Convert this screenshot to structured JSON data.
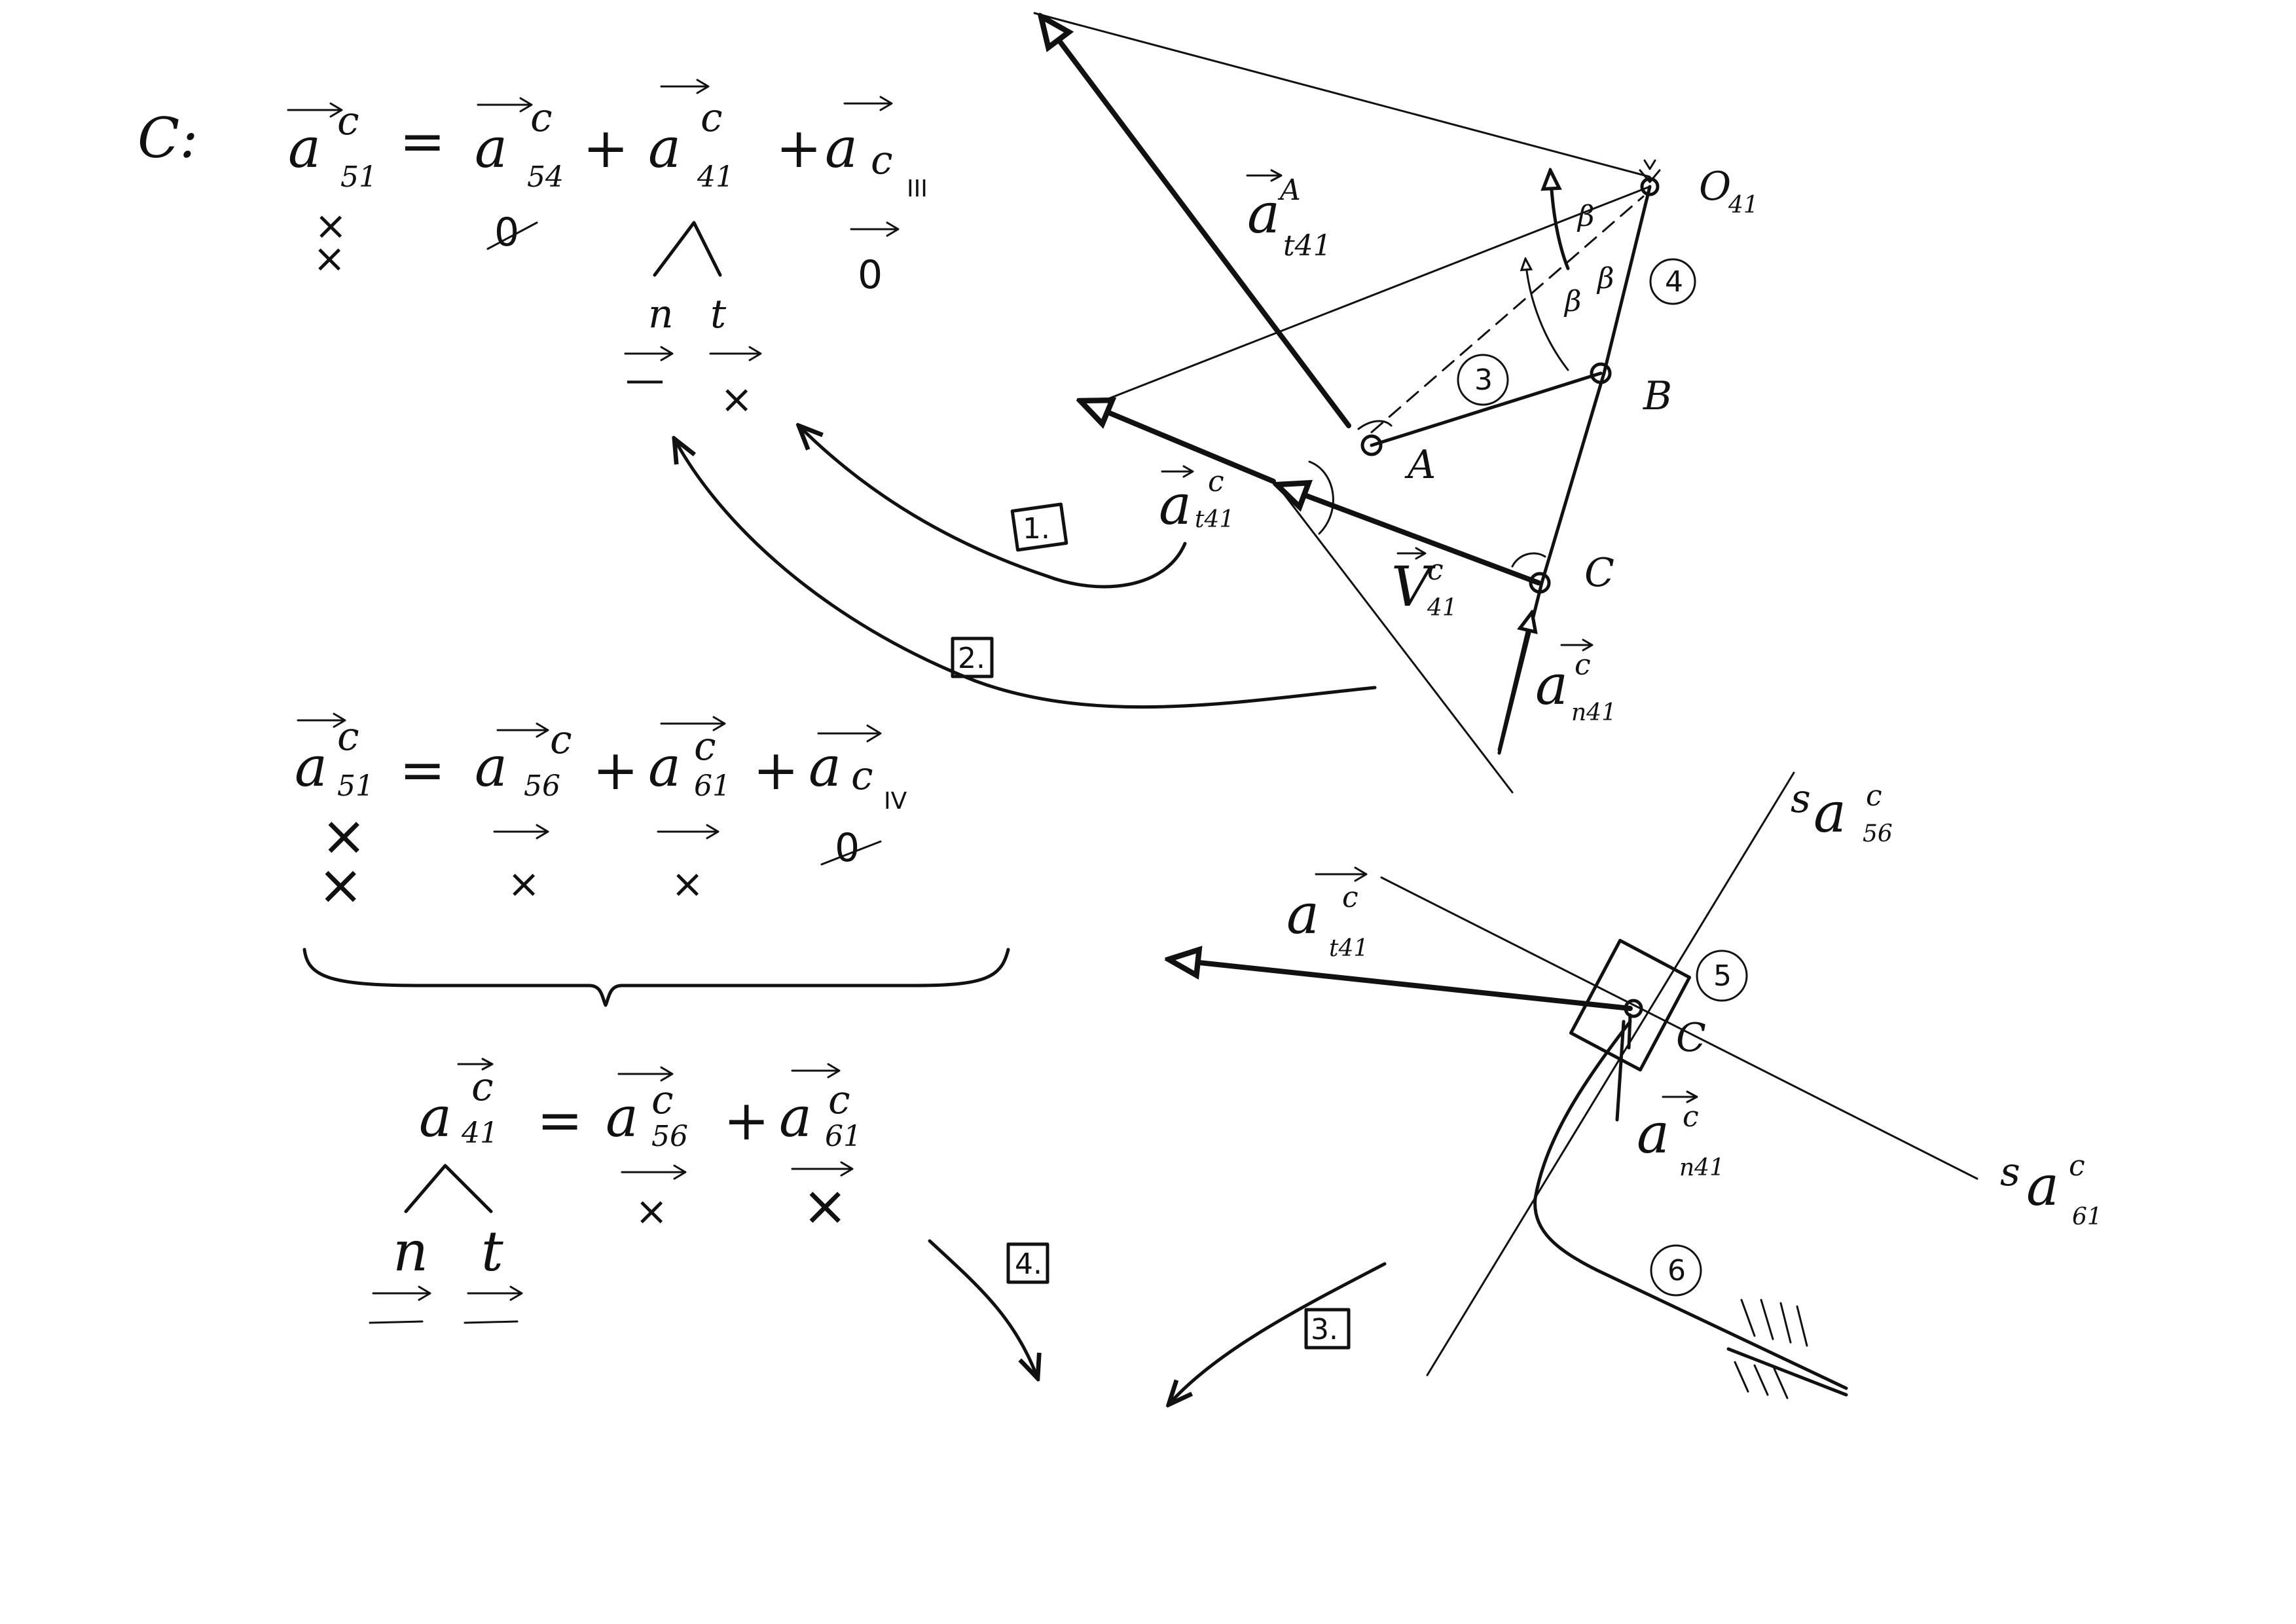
{
  "equations": {
    "eq1": {
      "prefix": "C:",
      "lhs": "a",
      "lhs_sup": "c",
      "lhs_sub": "51",
      "equals": "=",
      "t1": "a",
      "t1_sup": "c",
      "t1_sub": "54",
      "plus1": "+",
      "t2": "a",
      "t2_sup": "c",
      "t2_sub": "41",
      "plus2": "+",
      "t3": "a",
      "t3_sub": "c",
      "t3_index": "III",
      "m_lhs": "×",
      "m_lhs2": "×",
      "m_t1": "0",
      "m_t3": "0",
      "split_n": "n",
      "split_t": "t",
      "m_n": "—",
      "m_t": "×"
    },
    "eq2": {
      "lhs": "a",
      "lhs_sup": "c",
      "lhs_sub": "51",
      "equals": "=",
      "t1": "a",
      "t1_sup": "c",
      "t1_sub": "56",
      "plus1": "+",
      "t2": "a",
      "t2_sup": "c",
      "t2_sub": "61",
      "plus2": "+",
      "t3": "a",
      "t3_sub": "c",
      "t3_index": "IV",
      "r1_lhs": "×",
      "r2_lhs": "×",
      "r2_t1": "×",
      "r2_t2": "×",
      "m_t3": "0"
    },
    "eq3": {
      "lhs": "a",
      "lhs_sup": "c",
      "lhs_sub": "41",
      "equals": "=",
      "t1": "a",
      "t1_sup": "c",
      "t1_sub": "56",
      "plus": "+",
      "t2": "a",
      "t2_sup": "c",
      "t2_sub": "61",
      "m_t1": "×",
      "m_t2": "×",
      "split_n": "n",
      "split_t": "t"
    }
  },
  "steps": {
    "s1": "1.",
    "s2": "2.",
    "s3": "3.",
    "s4": "4."
  },
  "mechanism": {
    "o41": "O",
    "o41_sub": "41",
    "pointA": "A",
    "pointB": "B",
    "pointC": "C",
    "link3": "3",
    "link4": "4",
    "beta1": "β",
    "beta2": "β",
    "beta3": "β",
    "aA_label": "a",
    "aA_sup": "A",
    "aA_sub": "t41",
    "atC_label": "a",
    "atC_sup": "c",
    "atC_sub": "t41",
    "vC_label": "V",
    "vC_sup": "c",
    "vC_sub": "41",
    "anC_label": "a",
    "anC_sup": "c",
    "anC_sub": "n41"
  },
  "lower_diagram": {
    "sa56": "s",
    "sa56_a": "a",
    "sa56_sup": "c",
    "sa56_sub": "56",
    "sa61": "s",
    "sa61_a": "a",
    "sa61_sup": "c",
    "sa61_sub": "61",
    "atC_label": "a",
    "atC_sup": "c",
    "atC_sub": "t41",
    "anC_label": "a",
    "anC_sup": "c",
    "anC_sub": "n41",
    "pointC": "C",
    "link5": "5",
    "link6": "6"
  }
}
